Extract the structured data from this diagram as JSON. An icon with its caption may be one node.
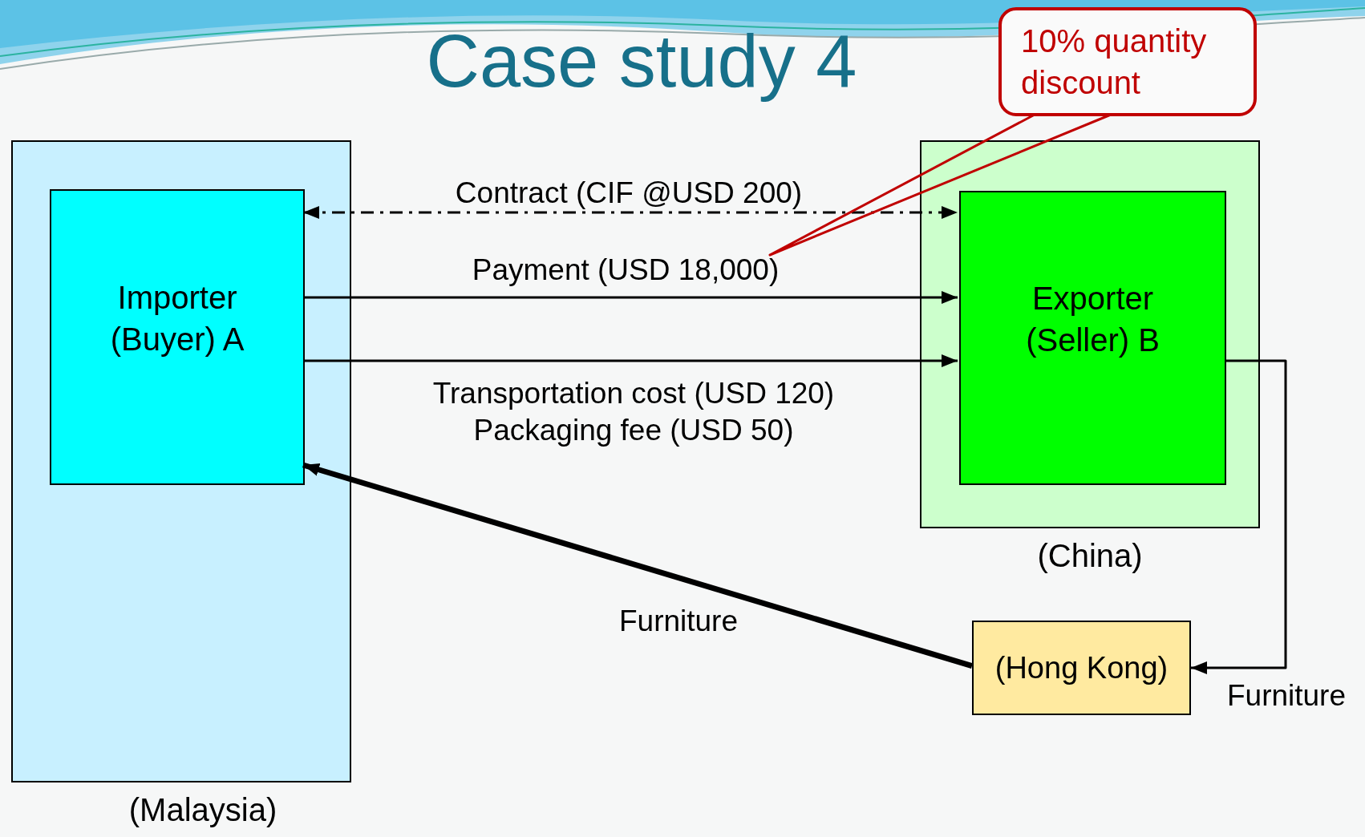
{
  "diagram": {
    "title": "Case study 4",
    "nodes": [
      {
        "text": [],
        "shape": "box",
        "beside": [
          "(Malaysia)"
        ]
      },
      {
        "text": [
          "Importer (Buyer) A"
        ],
        "in": 0
      },
      {
        "text": [],
        "shape": "box",
        "beside": [
          "(China)"
        ]
      },
      {
        "text": [
          "Exporter (Seller) B"
        ],
        "in": 2
      },
      {
        "text": [
          "(Hong Kong)"
        ]
      },
      {
        "text": [
          "10% quantity discount"
        ]
      }
    ],
    "edges": [
      {
        "from": 1,
        "to": 3,
        "arrow": "both",
        "style": "dashed",
        "label": "Contract (CIF @USD 200)"
      },
      {
        "from": 1,
        "to": 3,
        "arrow": "to",
        "label": "Payment (USD 18,000)"
      },
      {
        "from": 1,
        "to": 3,
        "arrow": "to",
        "label": "Transportation cost (USD 120) Packaging fee (USD 50)"
      },
      {
        "from": 3,
        "to": 4,
        "arrow": "to",
        "label": "Furniture"
      },
      {
        "from": 4,
        "to": 1,
        "arrow": "to",
        "style": "thick",
        "label": "Furniture"
      },
      {
        "from": 5,
        "to": null,
        "arrow": "none",
        "color": "#c00000"
      }
    ]
  }
}
